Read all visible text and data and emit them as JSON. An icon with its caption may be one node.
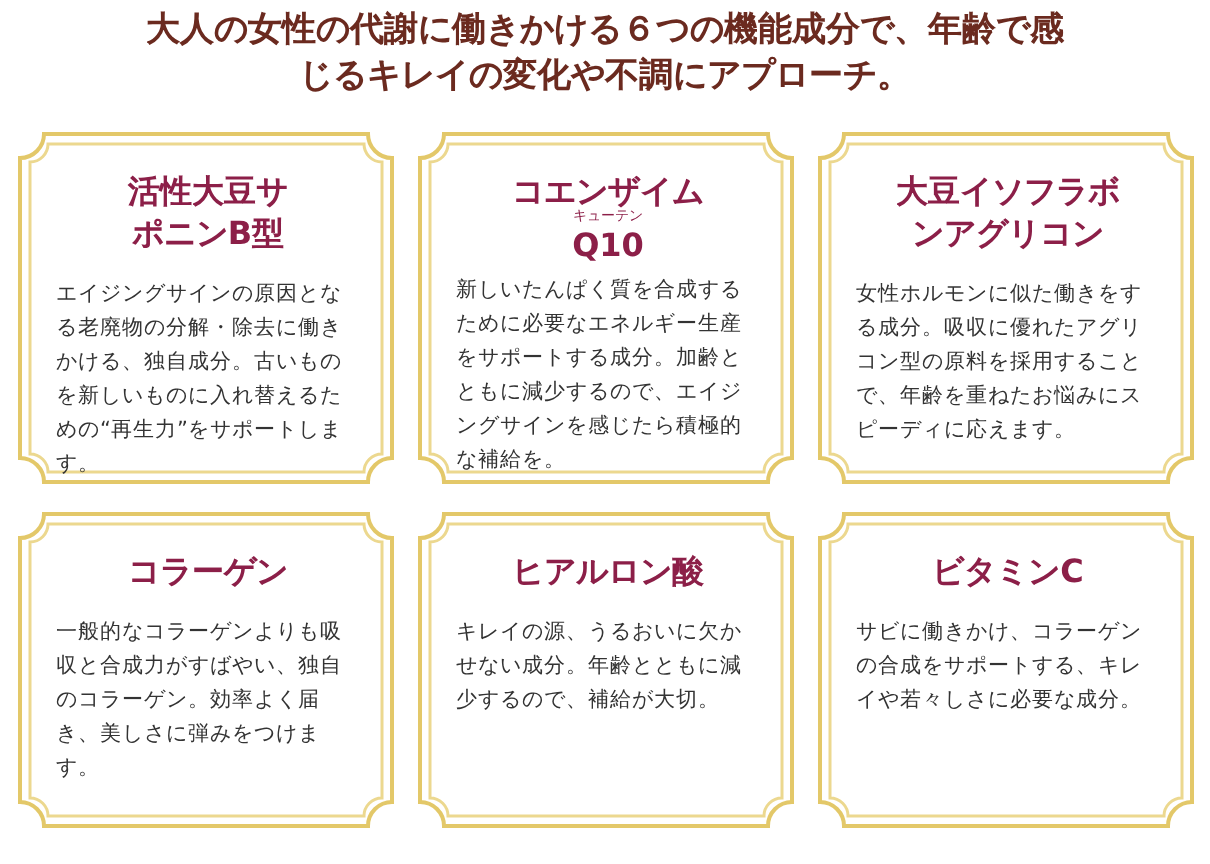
{
  "diagram": {
    "title": "大人の女性の代謝に働きかける６つの機能成分で、年齢で感じるキレイの変化や不調にアプローチ。",
    "nodes": [
      {
        "text": [
          "活性大豆サポニンB型",
          "エイジングサインの原因となる老廃物の分解・除去に働きかける、独自成分。古いものを新しいものに入れ替えるための“再生力”をサポートします。"
        ]
      },
      {
        "text": [
          "コエンザイム",
          "キューテン",
          "Q10",
          "新しいたんぱく質を合成するために必要なエネルギー生産をサポートする成分。加齢とともに減少するので、エイジングサインを感じたら積極的な補給を。"
        ]
      },
      {
        "text": [
          "大豆イソフラボンアグリコン",
          "女性ホルモンに似た働きをする成分。吸収に優れたアグリコン型の原料を採用することで、年齢を重ねたお悩みにスピーディに応えます。"
        ]
      },
      {
        "text": [
          "コラーゲン",
          "一般的なコラーゲンよりも吸収と合成力がすばやい、独自のコラーゲン。効率よく届き、美しさに弾みをつけます。"
        ]
      },
      {
        "text": [
          "ヒアルロン酸",
          "キレイの源、うるおいに欠かせない成分。年齢とともに減少するので、補給が大切。"
        ]
      },
      {
        "text": [
          "ビタミンC",
          "サビに働きかけ、コラーゲンの合成をサポートする、キレイや若々しさに必要な成分。"
        ]
      }
    ]
  }
}
